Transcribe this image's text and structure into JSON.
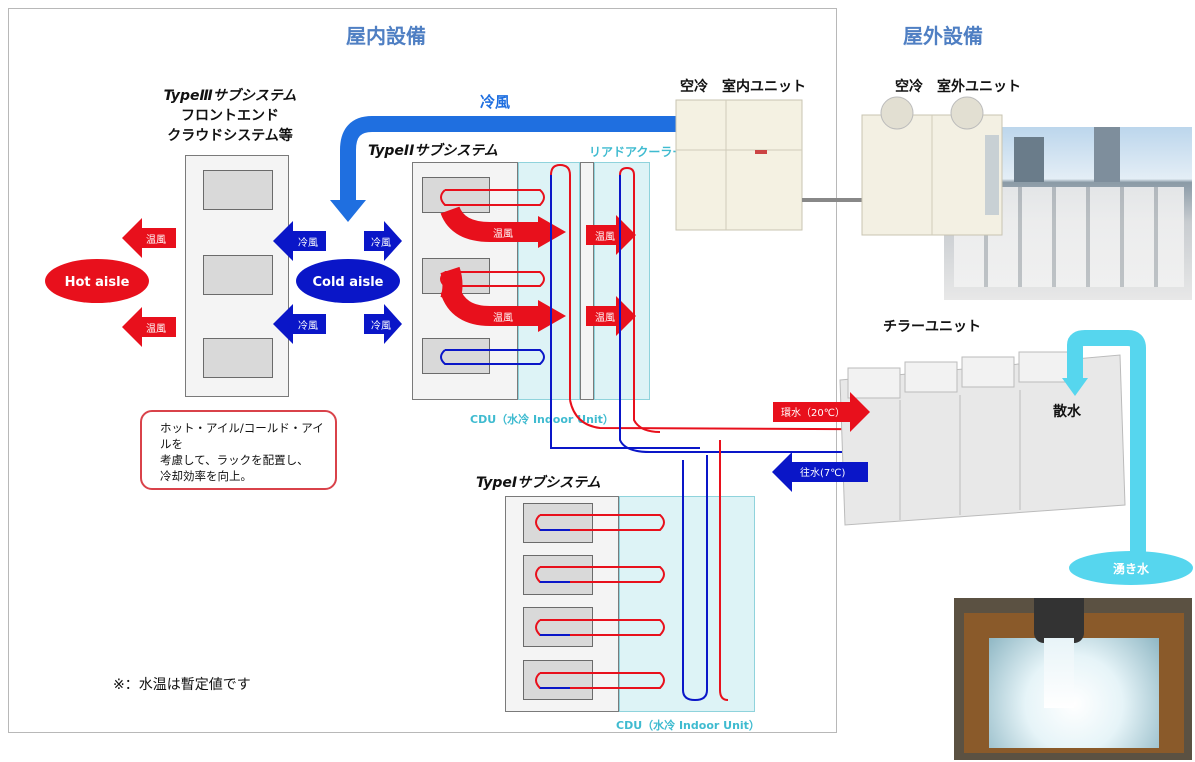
{
  "sections": {
    "indoor": "屋内設備",
    "outdoor": "屋外設備"
  },
  "type3": {
    "title_line1": "TypeⅢサブシステム",
    "title_line2": "フロントエンド",
    "title_line3": "クラウドシステム等"
  },
  "type2": {
    "title": "TypeIIサブシステム"
  },
  "type1": {
    "title": "TypeIサブシステム"
  },
  "rear_door_cooler": "リアドアクーラー",
  "indoor_ac_unit": "空冷　室内ユニット",
  "outdoor_ac_unit": "空冷　室外ユニット",
  "chiller_unit": "チラーユニット",
  "cold_air_top": "冷風",
  "hot_aisle": "Hot aisle",
  "cold_aisle": "Cold aisle",
  "arrows": {
    "hot": "温風",
    "cold": "冷風"
  },
  "cdu_label": "CDU（水冷 Indoor Unit）",
  "return_water": "環水（20℃）",
  "supply_water": "往水(7℃)",
  "sprinkle": "散水",
  "spring_water": "湧き水",
  "note_lines": [
    "ホット・アイル/コールド・アイルを",
    "考慮して、ラックを配置し、",
    "冷却効率を向上。"
  ],
  "footnote": "※：水温は暫定値です",
  "colors": {
    "hot": "#e8101c",
    "cold": "#0a16c8",
    "section": "#4f7fc3",
    "cdu": "#ddf3f6",
    "cdu_text": "#3fbbd0",
    "top_arrow": "#1f6fe0"
  }
}
